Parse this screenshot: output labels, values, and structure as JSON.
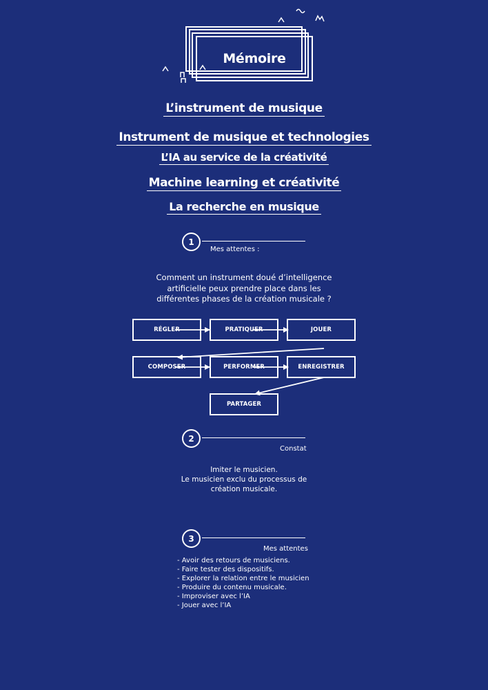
{
  "title": "Mémoire",
  "headings": [
    "L’instrument de musique",
    "Instrument de musique et technologies",
    "L’IA au service de la créativité",
    "Machine learning et créativité",
    "La recherche en musique"
  ],
  "section1": {
    "number": "1",
    "label": "Mes attentes :",
    "question": [
      "Comment un instrument doué d’intelligence",
      "artificielle peux prendre place dans les",
      "différentes phases de la création musicale ?"
    ]
  },
  "flow": {
    "steps": [
      "RÉGLER",
      "PRATIQUER",
      "JOUER",
      "COMPOSER",
      "PERFORMER",
      "ENREGISTRER",
      "PARTAGER"
    ]
  },
  "section2": {
    "number": "2",
    "label": "Constat",
    "text": [
      "Imiter le musicien.",
      "Le musicien exclu du processus de",
      "création musicale."
    ]
  },
  "section3": {
    "number": "3",
    "label": "Mes attentes",
    "items": [
      "- Avoir des retours de musiciens.",
      "- Faire tester des dispositifs.",
      "- Explorer la relation entre le musicien",
      "- Produire du contenu musicale.",
      "- Improviser avec l’IA",
      "- Jouer avec l’IA"
    ]
  },
  "colors": {
    "background": "#1c2e7a",
    "foreground": "#ffffff"
  }
}
